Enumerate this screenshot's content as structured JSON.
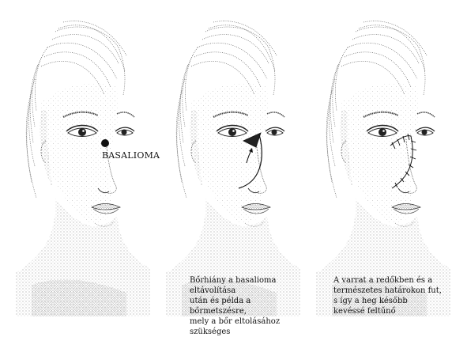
{
  "panels": [
    {
      "id": "panel-1",
      "label": "BASALIOMA",
      "caption": ""
    },
    {
      "id": "panel-2",
      "label": "",
      "caption": "Bőrhiány a basalioma eltávolítása\nután és példa a bőrmetszésre,\nmely a bőr eltolásához szükséges"
    },
    {
      "id": "panel-3",
      "label": "",
      "caption": "A varrat a redőkben és a\ntermészetes határokon fut,\ns így a heg később\nkevéssé feltűnő"
    }
  ],
  "colors": {
    "ink": "#1a1a1a",
    "stipple": "#444444",
    "background": "#ffffff"
  }
}
